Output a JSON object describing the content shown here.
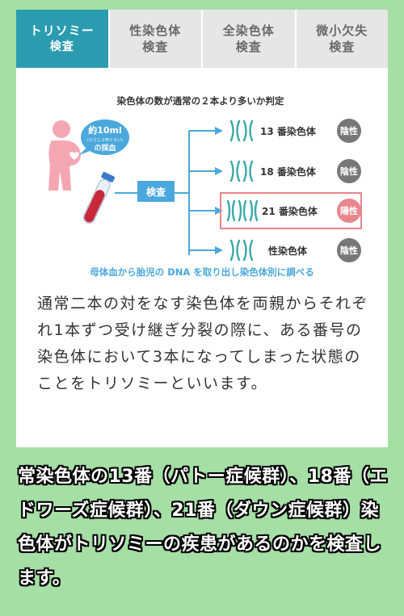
{
  "tabs": [
    {
      "line1": "トリソミー",
      "line2": "検査",
      "active": true
    },
    {
      "line1": "性染色体",
      "line2": "検査",
      "active": false
    },
    {
      "line1": "全染色体",
      "line2": "検査",
      "active": false
    },
    {
      "line1": "微小欠失",
      "line2": "検査",
      "active": false
    }
  ],
  "figure": {
    "title": "染色体の数が通常の２本より多いか判定",
    "bubble_line1": "約10ml",
    "bubble_line2": "(小さじ２杯ぐらい)",
    "bubble_line3": "の採血",
    "test_label": "検査",
    "rows": [
      {
        "label": "13 番染色体",
        "result": "陰性"
      },
      {
        "label": "18 番染色体",
        "result": "陰性"
      },
      {
        "label": "21 番染色体",
        "result": "陽性"
      },
      {
        "label": "性染色体",
        "result": "陰性"
      }
    ],
    "caption": "母体血から胎児の DNA を取り出し染色体別に調べる",
    "colors": {
      "teal": "#2b9bb0",
      "blue": "#4aa8dc",
      "negative": "#777777",
      "positive": "#e8868c",
      "pink": "#f4a7b3"
    }
  },
  "description": "通常二本の対をなす染色体を両親からそれぞれ1本ずつ受け継ぎ分裂の際に、ある番号の染色体において3本になってしまった状態のことをトリソミーといいます。",
  "summary": "常染色体の13番（パトー症候群）、18番（エドワーズ症候群）、21番（ダウン症候群）染色体がトリソミーの疾患があるのかを検査します。"
}
